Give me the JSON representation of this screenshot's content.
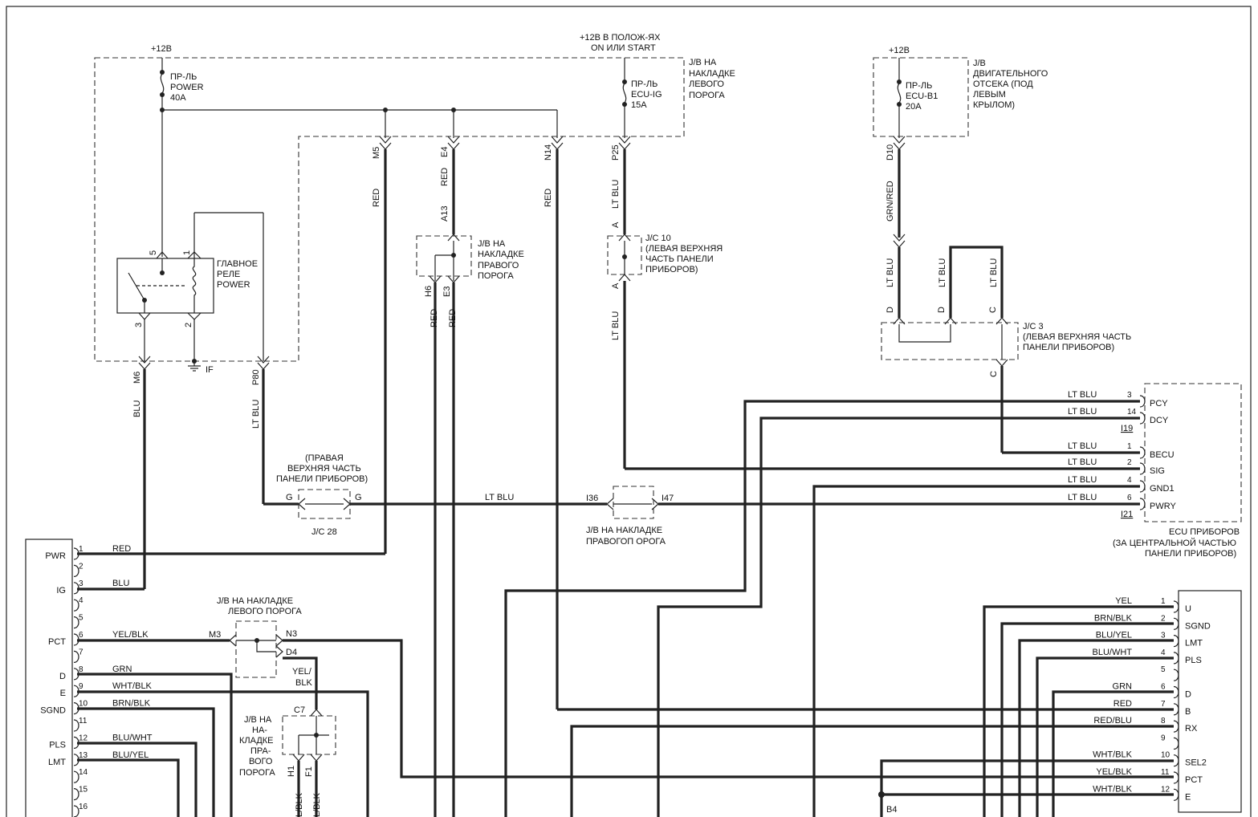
{
  "power": {
    "left_supply": "+12В",
    "ignition_supply_line1": "+12В В ПОЛОЖ-ЯХ",
    "ignition_supply_line2": "ON ИЛИ START",
    "right_supply": "+12В"
  },
  "fuses": {
    "power": [
      "ПР-ЛЬ",
      "POWER",
      "40A"
    ],
    "ecu_ig": [
      "ПР-ЛЬ",
      "ECU-IG",
      "15A"
    ],
    "ecu_b1": [
      "ПР-ЛЬ",
      "ECU-B1",
      "20A"
    ]
  },
  "junction_blocks": {
    "left_sill": [
      "J/B НА",
      "НАКЛАДКЕ",
      "ЛЕВОГО",
      "ПОРОГА"
    ],
    "engine_bay": [
      "J/B",
      "ДВИГАТЕЛЬНОГО",
      "ОТСЕКА (ПОД",
      "ЛЕВЫМ",
      "КРЫЛОМ)"
    ],
    "right_sill": [
      "J/B НА",
      "НАКЛАДКЕ",
      "ПРАВОГО",
      "ПОРОГА"
    ],
    "right_sill_lower": [
      "J/B НА НАКЛАДКЕ",
      "ПРАВОГОП ОРОГА"
    ],
    "left_sill_lower": [
      "J/B НА НАКЛАДКЕ",
      "ЛЕВОГО ПОРОГА"
    ],
    "right_sill_small": [
      "J/B НА",
      "НА-",
      "КЛАДКЕ",
      "ПРА-",
      "ВОГО",
      "ПОРОГА"
    ]
  },
  "relay": {
    "lines": [
      "ГЛАВНОЕ",
      "РЕЛЕ",
      "POWER"
    ],
    "pins": [
      "5",
      "1",
      "3",
      "2"
    ]
  },
  "ground": "IF",
  "jc": {
    "jc10": [
      "J/C 10",
      "(ЛЕВАЯ ВЕРХНЯЯ",
      "ЧАСТЬ ПАНЕЛИ",
      "ПРИБОРОВ)"
    ],
    "jc3": [
      "J/C 3",
      "(ЛЕВАЯ ВЕРХНЯЯ ЧАСТЬ",
      "ПАНЕЛИ ПРИБОРОВ)"
    ],
    "jc28": "J/C 28",
    "jc28_note": [
      "(ПРАВАЯ",
      "ВЕРХНЯЯ ЧАСТЬ",
      "ПАНЕЛИ ПРИБОРОВ)"
    ]
  },
  "connectors": {
    "M5": "M5",
    "E4": "E4",
    "N14": "N14",
    "P25": "P25",
    "D10": "D10",
    "A13": "A13",
    "H6": "H6",
    "E3": "E3",
    "M6": "M6",
    "P80": "P80",
    "A_top": "A",
    "A_bot": "A",
    "D1": "D",
    "D2": "D",
    "C1": "C",
    "C2": "C",
    "G1": "G",
    "G2": "G",
    "I36": "I36",
    "I47": "I47",
    "M3": "M3",
    "N3": "N3",
    "D4": "D4",
    "C7": "C7",
    "H1": "H1",
    "F1": "F1",
    "B4": "B4",
    "I19": "I19",
    "I21": "I21"
  },
  "wires": {
    "red": "RED",
    "lt_blu": "LT BLU",
    "grn_red": "GRN/RED",
    "blu": "BLU",
    "yel_blk": "YEL/BLK",
    "yel_blk_split": [
      "YEL/",
      "BLK"
    ],
    "grn": "GRN",
    "wht_blk": "WHT/BLK",
    "brn_blk": "BRN/BLK",
    "blu_wht": "BLU/WHT",
    "blu_yel": "BLU/YEL",
    "l_blk": "L/BLK"
  },
  "ecu_instruments": {
    "title": [
      "ECU ПРИБОРОВ",
      "(ЗА ЦЕНТРАЛЬНОЙ ЧАСТЬЮ",
      "ПАНЕЛИ ПРИБОРОВ)"
    ],
    "pins": [
      {
        "wire": "LT BLU",
        "num": "3",
        "name": "PCY"
      },
      {
        "wire": "LT BLU",
        "num": "14",
        "name": "DCY"
      },
      {
        "wire": "LT BLU",
        "num": "1",
        "name": "BECU"
      },
      {
        "wire": "LT BLU",
        "num": "2",
        "name": "SIG"
      },
      {
        "wire": "LT BLU",
        "num": "4",
        "name": "GND1"
      },
      {
        "wire": "LT BLU",
        "num": "6",
        "name": "PWRY"
      }
    ]
  },
  "left_unit": {
    "pins": [
      {
        "num": "1",
        "name": "PWR",
        "wire": "RED"
      },
      {
        "num": "2",
        "name": "",
        "wire": ""
      },
      {
        "num": "3",
        "name": "IG",
        "wire": "BLU"
      },
      {
        "num": "4",
        "name": "",
        "wire": ""
      },
      {
        "num": "5",
        "name": "",
        "wire": ""
      },
      {
        "num": "6",
        "name": "PCT",
        "wire": "YEL/BLK"
      },
      {
        "num": "7",
        "name": "",
        "wire": ""
      },
      {
        "num": "8",
        "name": "D",
        "wire": "GRN"
      },
      {
        "num": "9",
        "name": "E",
        "wire": "WHT/BLK"
      },
      {
        "num": "10",
        "name": "SGND",
        "wire": "BRN/BLK"
      },
      {
        "num": "11",
        "name": "",
        "wire": ""
      },
      {
        "num": "12",
        "name": "PLS",
        "wire": "BLU/WHT"
      },
      {
        "num": "13",
        "name": "LMT",
        "wire": "BLU/YEL"
      },
      {
        "num": "14",
        "name": "",
        "wire": ""
      },
      {
        "num": "15",
        "name": "",
        "wire": ""
      },
      {
        "num": "16",
        "name": "",
        "wire": ""
      }
    ]
  },
  "right_unit": {
    "pins": [
      {
        "wire": "YEL",
        "num": "1",
        "name": "U"
      },
      {
        "wire": "BRN/BLK",
        "num": "2",
        "name": "SGND"
      },
      {
        "wire": "BLU/YEL",
        "num": "3",
        "name": "LMT"
      },
      {
        "wire": "BLU/WHT",
        "num": "4",
        "name": "PLS"
      },
      {
        "wire": "",
        "num": "5",
        "name": ""
      },
      {
        "wire": "GRN",
        "num": "6",
        "name": "D"
      },
      {
        "wire": "RED",
        "num": "7",
        "name": "B"
      },
      {
        "wire": "RED/BLU",
        "num": "8",
        "name": "RX"
      },
      {
        "wire": "",
        "num": "9",
        "name": ""
      },
      {
        "wire": "WHT/BLK",
        "num": "10",
        "name": "SEL2"
      },
      {
        "wire": "YEL/BLK",
        "num": "11",
        "name": "PCT"
      },
      {
        "wire": "WHT/BLK",
        "num": "12",
        "name": "E"
      }
    ]
  }
}
